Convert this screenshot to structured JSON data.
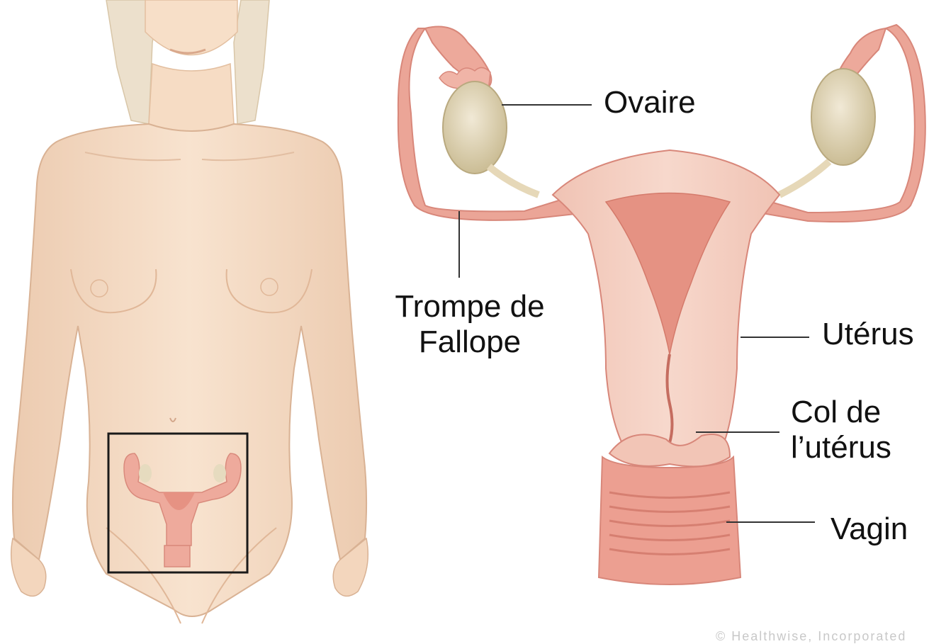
{
  "labels": {
    "ovaire": "Ovaire",
    "trompe": "Trompe de\nFallope",
    "uterus": "Utérus",
    "col": "Col de\nl’utérus",
    "vagin": "Vagin"
  },
  "copyright": "© Healthwise, Incorporated",
  "colors": {
    "skin": "#f6dcc4",
    "skin_shadow": "#e9bfa0",
    "hair": "#eadcc6",
    "organ": "#eca79a",
    "organ_dark": "#d97d72",
    "organ_light": "#f6cfc2",
    "ovary": "#e7dcc0",
    "ovary_shadow": "#cdbf98",
    "leader_line": "#333333",
    "box_outline": "#1a1a1a"
  }
}
